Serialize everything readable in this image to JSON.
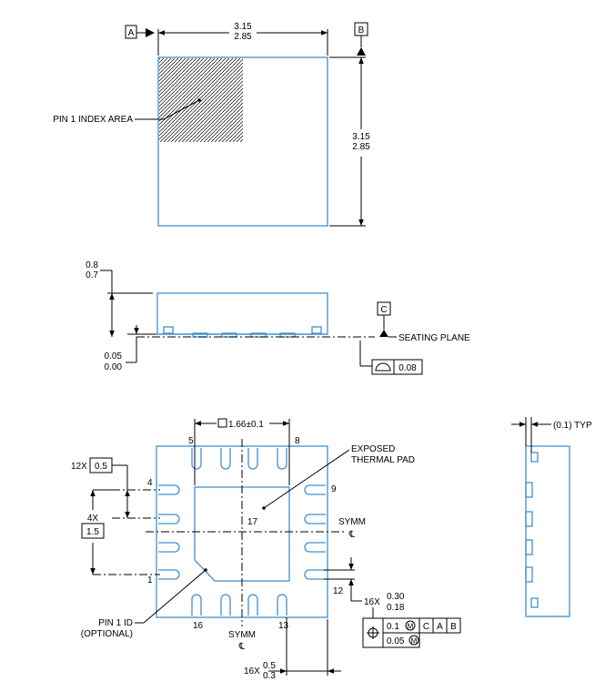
{
  "top_view": {
    "datum_a": "A",
    "datum_b": "B",
    "width_max": "3.15",
    "width_min": "2.85",
    "height_max": "3.15",
    "height_min": "2.85",
    "pin1_index_label": "PIN 1 INDEX AREA"
  },
  "side_view": {
    "thickness_max": "0.8",
    "thickness_min": "0.7",
    "standoff_max": "0.05",
    "standoff_min": "0.00",
    "datum_c": "C",
    "seating_plane_label": "SEATING PLANE",
    "coplanarity_value": "0.08"
  },
  "bottom_view": {
    "pad_size_label": "1.66±0.1",
    "pin_5": "5",
    "pin_8": "8",
    "pin_4": "4",
    "pin_1": "1",
    "pin_9": "9",
    "pin_12": "12",
    "pin_16": "16",
    "pin_13": "13",
    "pin_17": "17",
    "exposed_pad_line1": "EXPOSED",
    "exposed_pad_line2": "THERMAL PAD",
    "symm_right": "SYMM",
    "symm_bottom": "SYMM",
    "centerline_symbol": "℄",
    "pitch_count": "12X",
    "pitch_value": "0.5",
    "span_count": "4X",
    "span_value": "1.5",
    "pin1_id_line1": "PIN 1 ID",
    "pin1_id_line2": "(OPTIONAL)",
    "lead_width_count": "16X",
    "lead_width_max": "0.30",
    "lead_width_min": "0.18",
    "fcf_row1_tol": "0.1",
    "fcf_row1_datum1": "C",
    "fcf_row1_datum2": "A",
    "fcf_row1_datum3": "B",
    "fcf_row2_tol": "0.05",
    "lead_length_count": "16X",
    "lead_length_max": "0.5",
    "lead_length_min": "0.3",
    "modifier_symbol": "M",
    "position_symbol": "⊕"
  },
  "right_side_view": {
    "typ_label": "(0.1) TYP"
  },
  "colors": {
    "outline": "#3f8fd2",
    "dimension": "#000000"
  }
}
